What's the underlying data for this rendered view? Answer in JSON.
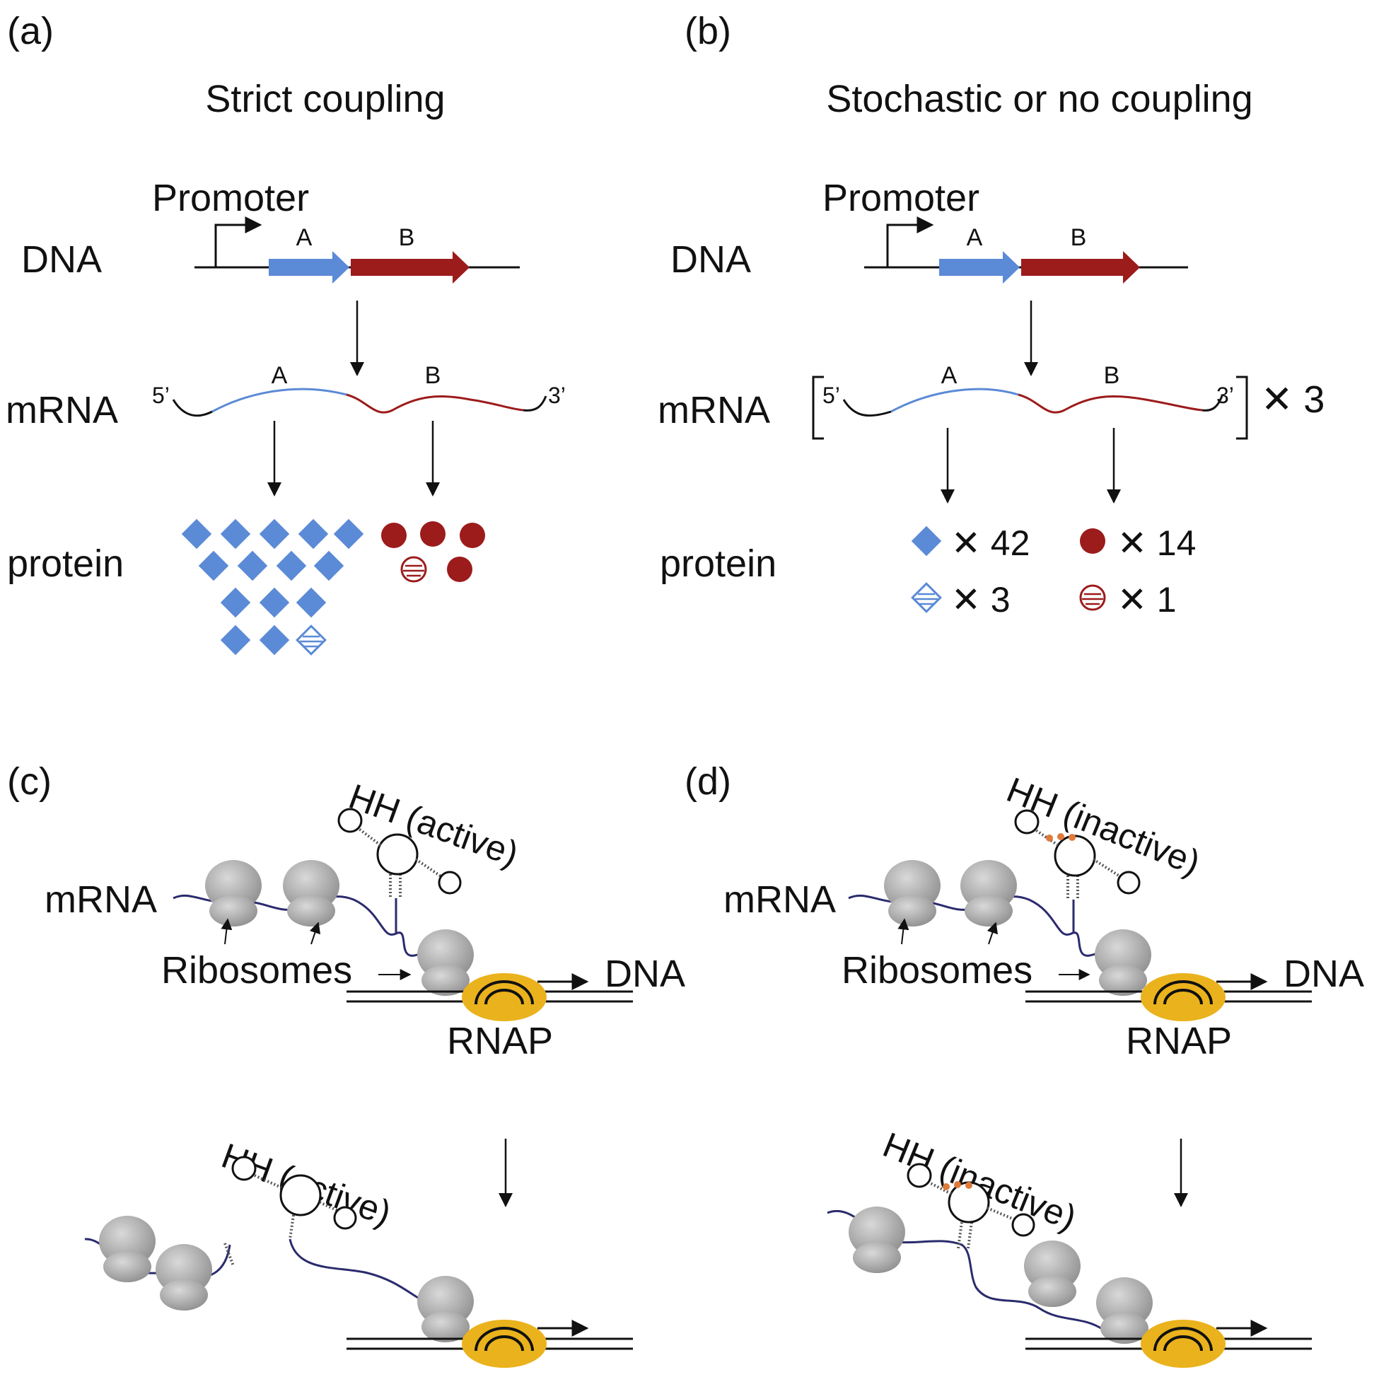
{
  "panels": {
    "a": {
      "letter": "(a)",
      "title": "Strict coupling",
      "promoter": "Promoter",
      "dna": "DNA",
      "gene_a": "A",
      "gene_b": "B",
      "mrna": "mRNA",
      "five_prime": "5’",
      "three_prime": "3’",
      "mrna_gene_a": "A",
      "mrna_gene_b": "B",
      "protein": "protein"
    },
    "b": {
      "letter": "(b)",
      "title": "Stochastic or no coupling",
      "promoter": "Promoter",
      "dna": "DNA",
      "gene_a": "A",
      "gene_b": "B",
      "mrna": "mRNA",
      "five_prime": "5’",
      "three_prime": "3’",
      "mrna_gene_a": "A",
      "mrna_gene_b": "B",
      "multiplier": "✕ 3",
      "protein": "protein",
      "counts": {
        "a_active": "✕ 42",
        "b_active": "✕ 14",
        "a_inactive": "✕ 3",
        "b_inactive": "✕ 1"
      }
    },
    "c": {
      "letter": "(c)",
      "hh_top": "HH (active)",
      "mrna": "mRNA",
      "ribosomes": "Ribosomes",
      "dna": "DNA",
      "rnap": "RNAP",
      "hh_bottom": "HH (active)"
    },
    "d": {
      "letter": "(d)",
      "hh_top": "HH (inactive)",
      "mrna": "mRNA",
      "ribosomes": "Ribosomes",
      "dna": "DNA",
      "rnap": "RNAP",
      "hh_bottom": "HH (inactive)"
    }
  },
  "colors": {
    "gene_a": "#5b8ad6",
    "gene_b": "#9c1b1b",
    "ribosome": "#a3a3a3",
    "rnap": "#eab21c",
    "mrna_strand": "#2b2b6e",
    "mutation": "#e07a3a"
  }
}
